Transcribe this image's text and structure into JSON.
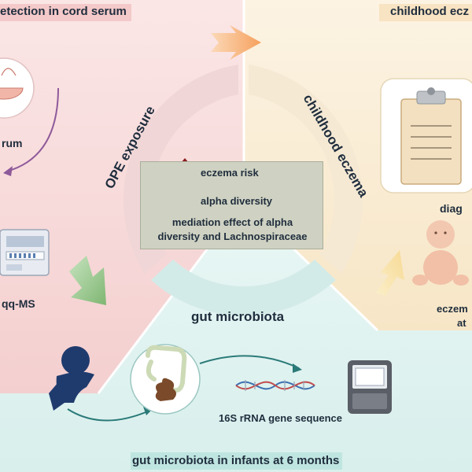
{
  "panels": {
    "top_left_label": "etection in cord serum",
    "top_right_label": "childhood ecz",
    "bottom_label": "gut microbiota in infants at 6 months"
  },
  "left_panel": {
    "serum_label": "rum",
    "instrument_label": "qq-MS"
  },
  "right_panel": {
    "diagnosis_label": "diag",
    "eczema_label_line1": "eczem",
    "eczema_label_line2": "at"
  },
  "bottom_panel": {
    "sequence_label": "16S rRNA gene sequence"
  },
  "ring": {
    "ope_label": "OPE exposure",
    "eczema_label": "childhood eczema",
    "microbiota_label": "gut microbiota"
  },
  "center": {
    "line1": "eczema risk",
    "line2": "alpha diversity",
    "mediation_line1": "mediation effect of  alpha",
    "mediation_line2": "diversity and Lachnospiraceae"
  },
  "colors": {
    "pink_bg": "#f7dede",
    "cream_bg": "#fbf1de",
    "teal_bg": "#e1f3f1",
    "arrow_red": "#8b1c1c",
    "ring_pink": "#f0d6d6",
    "ring_cream": "#f5e9d4",
    "ring_teal": "#d3ebe8"
  }
}
